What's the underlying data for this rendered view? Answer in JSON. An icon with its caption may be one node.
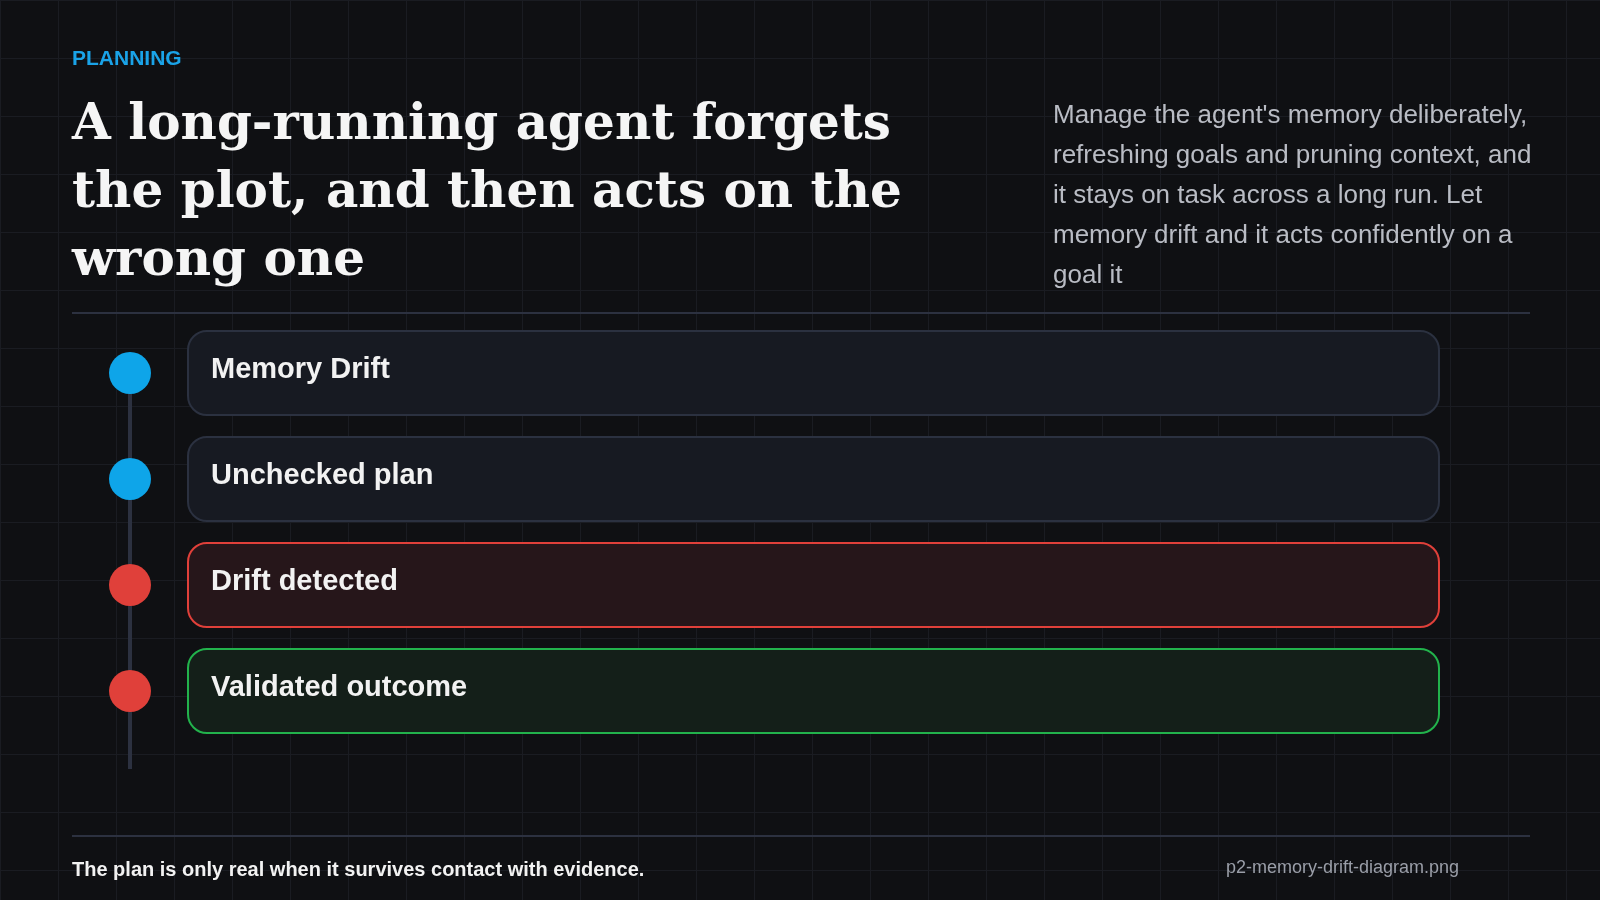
{
  "diagram": {
    "title": "A long-running agent forgets the plot, and then acts on the wrong one",
    "caption": "The plan is only real when it survives contact with evidence.",
    "nodes": [
      {
        "text": [
          "Memory Drift"
        ]
      },
      {
        "text": [
          "Unchecked plan"
        ]
      },
      {
        "text": [
          "Drift detected"
        ]
      },
      {
        "text": [
          "Validated outcome"
        ]
      }
    ],
    "labels": [
      "PLANNING",
      "Manage the agent's memory deliberately, refreshing goals and pruning context, and it stays on task across a long run. Let memory drift and it acts confidently on a goal it",
      "p2-memory-drift-diagram.png"
    ]
  }
}
